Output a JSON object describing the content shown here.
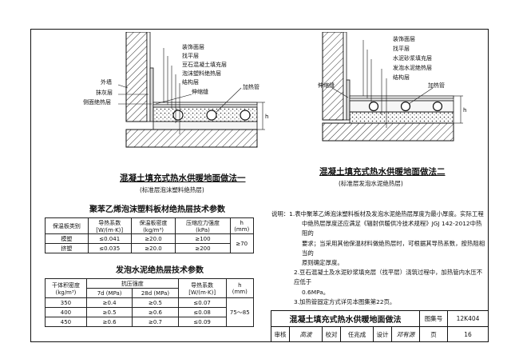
{
  "detail1": {
    "title": "混凝土填充式热水供暖地面做法一",
    "subtitle": "(标准层泡沫塑料绝热层)",
    "layer_labels": [
      "装饰面层",
      "找平层",
      "豆石混凝土填充层",
      "泡沫塑料绝热层",
      "结构层"
    ],
    "side_labels": [
      "外墙",
      "抹灰层",
      "侧面绝热层"
    ],
    "pipe_label": "加热管",
    "joint_label": "伸缩缝"
  },
  "detail2": {
    "title": "混凝土填充式热水供暖地面做法二",
    "subtitle": "(标准层发泡水泥绝热层)",
    "layer_labels": [
      "装饰面层",
      "找平层",
      "水泥砂浆填充层",
      "发泡水泥绝热层",
      "结构层"
    ],
    "pipe_label": "加热管",
    "joint_label": "伸缩缝"
  },
  "table1": {
    "title": "聚苯乙烯泡沫塑料板材绝热层技术参数",
    "headers": [
      "保温板类别",
      "导热系数\n[W/(m·K)]",
      "保温板密度\n(kg/m³)",
      "压缩应力强度\n(kPa)",
      "h\n(mm)"
    ],
    "rows": [
      [
        "模塑",
        "≤0.041",
        "≥20.0",
        "≥100"
      ],
      [
        "挤塑",
        "≤0.035",
        "≥20.0",
        "≥200"
      ]
    ],
    "h_value": "≥70"
  },
  "table2": {
    "title": "发泡水泥绝热层技术参数",
    "headers": [
      "干体积密度\n(kg/m³)",
      "抗压强度",
      "导热系数\n[W/(m·K)]",
      "h\n(mm)"
    ],
    "sub_headers": [
      "7d (MPa)",
      "28d (MPa)"
    ],
    "rows": [
      [
        "350",
        "≥0.4",
        "≥0.5",
        "≤0.07"
      ],
      [
        "400",
        "≥0.5",
        "≥0.6",
        "≤0.08"
      ],
      [
        "450",
        "≥0.6",
        "≥0.7",
        "≤0.09"
      ]
    ],
    "h_value": "75～85"
  },
  "notes": {
    "lines": [
      "说明：1.表中聚苯乙烯泡沫塑料板材及发泡水泥绝热层厚度为最小厚度。实际工程",
      "中绝热层厚度还应满足《辐射供暖供冷技术规程》JGJ 142-2012中热阻的",
      "要求；当采用其他保温材料做绝热层时，可根据其导热系数，按热阻相当的",
      "原则确定厚度。",
      "2.豆石混凝土及水泥砂浆填充层（找平层）浇筑过程中，加热管内水压不应低于",
      "0.6MPa。",
      "3.加热管固定方式详见本图集第22页。"
    ]
  },
  "title_block": {
    "drawing_title": "混凝土填充式热水供暖地面做法",
    "atlas_label": "图集号",
    "atlas_no": "12K404",
    "review_label": "审核",
    "reviewer": "高波",
    "check_label": "校对",
    "checker": "任兆成",
    "design_label": "设计",
    "designer": "邓有源",
    "page_label": "页",
    "page_no": "16"
  }
}
